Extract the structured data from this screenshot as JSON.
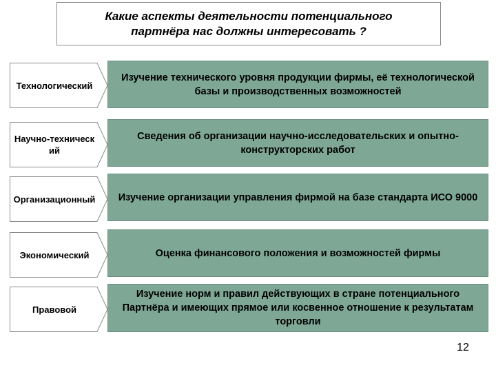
{
  "title": "Какие аспекты деятельности потенциального партнёра нас должны интересовать ?",
  "rows": [
    {
      "category": "Технологический",
      "description": "Изучение технического уровня продукции фирмы, её технологической базы и производственных возможностей"
    },
    {
      "category": "Научно-технический",
      "description": "Сведения об организации научно-исследовательских и опытно-конструкторских работ"
    },
    {
      "category": "Организационный",
      "description": "Изучение организации управления фирмой на базе стандарта ИСО 9000"
    },
    {
      "category": "Экономический",
      "description": "Оценка финансового положения и возможностей фирмы"
    },
    {
      "category": "Правовой",
      "description": "Изучение норм и правил действующих в стране потенциального Партнёра и имеющих прямое или косвенное отношение к результатам торговли"
    }
  ],
  "page_number": "12",
  "colors": {
    "description_fill": "#7ea796",
    "category_fill": "#ffffff",
    "border": "#8a8a8a"
  }
}
